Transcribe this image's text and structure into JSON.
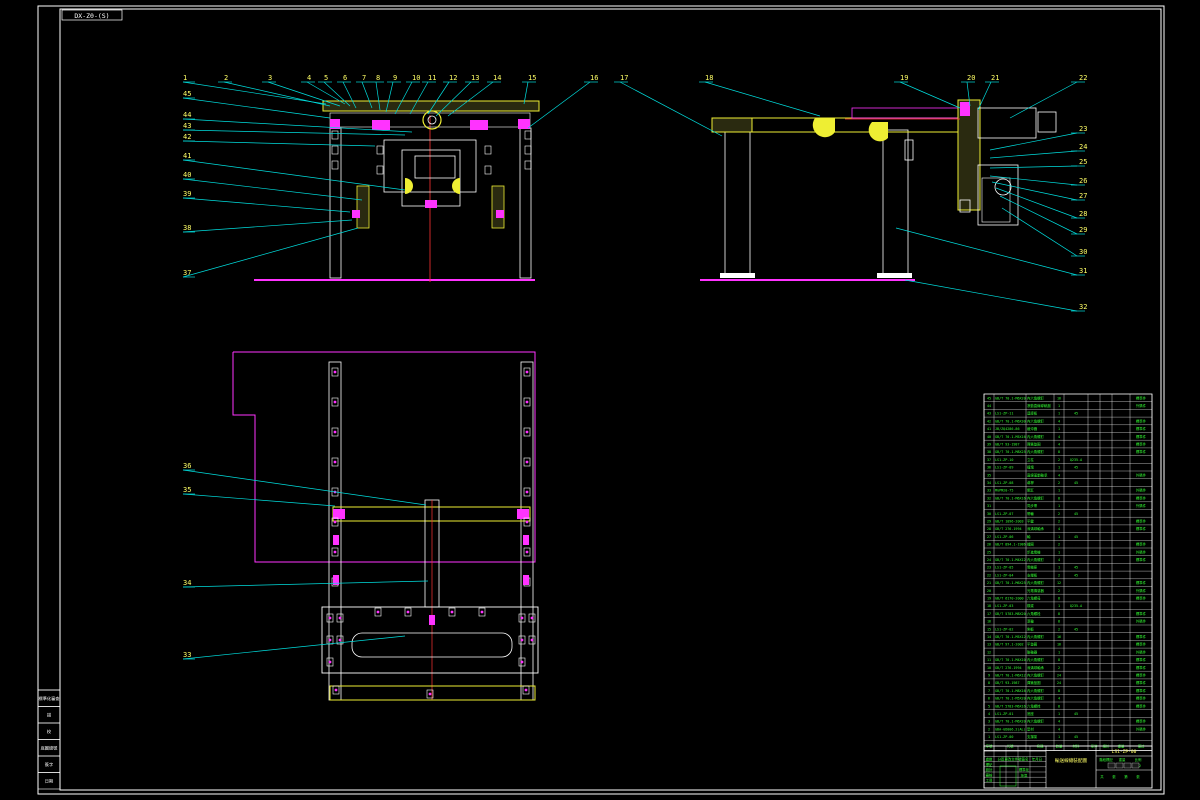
{
  "sheet": {
    "drawing_code": "DX-Z0-(S)",
    "drawing_number": "LS1-ZP-00",
    "drawing_title": "輸送線總裝配圖",
    "side_strip": [
      "標準化審查",
      "描",
      "校",
      "底圖總號",
      "簽字",
      "日期"
    ]
  },
  "leaders": [
    {
      "num": "1"
    },
    {
      "num": "2"
    },
    {
      "num": "3"
    },
    {
      "num": "4"
    },
    {
      "num": "5"
    },
    {
      "num": "6"
    },
    {
      "num": "7"
    },
    {
      "num": "8"
    },
    {
      "num": "9"
    },
    {
      "num": "10"
    },
    {
      "num": "11"
    },
    {
      "num": "12"
    },
    {
      "num": "13"
    },
    {
      "num": "14"
    },
    {
      "num": "15"
    },
    {
      "num": "16"
    },
    {
      "num": "17"
    },
    {
      "num": "18"
    },
    {
      "num": "19"
    },
    {
      "num": "20"
    },
    {
      "num": "21"
    },
    {
      "num": "22"
    },
    {
      "num": "23"
    },
    {
      "num": "24"
    },
    {
      "num": "25"
    },
    {
      "num": "26"
    },
    {
      "num": "27"
    },
    {
      "num": "28"
    },
    {
      "num": "29"
    },
    {
      "num": "30"
    },
    {
      "num": "31"
    },
    {
      "num": "32"
    },
    {
      "num": "33"
    },
    {
      "num": "34"
    },
    {
      "num": "35"
    },
    {
      "num": "36"
    },
    {
      "num": "37"
    },
    {
      "num": "38"
    },
    {
      "num": "39"
    },
    {
      "num": "40"
    },
    {
      "num": "41"
    },
    {
      "num": "42"
    },
    {
      "num": "43"
    },
    {
      "num": "44"
    },
    {
      "num": "45"
    }
  ],
  "bom": {
    "rows": [
      {
        "no": "45",
        "code": "GB/T 70.1-M6X20",
        "name": "內六角螺釘",
        "qty": "16",
        "mat": "",
        "note": "標準件"
      },
      {
        "no": "44",
        "code": "",
        "name": "滾動直線導軌副",
        "qty": "1",
        "mat": "",
        "note": "外購件"
      },
      {
        "no": "43",
        "code": "LS1-ZP-11",
        "name": "連接板",
        "qty": "1",
        "mat": "45",
        "note": ""
      },
      {
        "no": "42",
        "code": "GB/T 70.1-M6X30",
        "name": "內六角螺釘",
        "qty": "4",
        "mat": "",
        "note": "標準件"
      },
      {
        "no": "41",
        "code": "JB/ZQ4286-86",
        "name": "緩沖器",
        "qty": "1",
        "mat": "",
        "note": "標準件"
      },
      {
        "no": "40",
        "code": "GB/T 70.1-M5X16",
        "name": "內六角螺釘",
        "qty": "4",
        "mat": "",
        "note": "標準件"
      },
      {
        "no": "39",
        "code": "GB/T 93-1987",
        "name": "彈簧墊圈",
        "qty": "4",
        "mat": "",
        "note": "標準件"
      },
      {
        "no": "38",
        "code": "GB/T 70.1-M8X25",
        "name": "內六角螺釘",
        "qty": "8",
        "mat": "",
        "note": "標準件"
      },
      {
        "no": "37",
        "code": "LS1-ZP-10",
        "name": "立柱",
        "qty": "2",
        "mat": "Q235-A",
        "note": ""
      },
      {
        "no": "36",
        "code": "LS1-ZP-09",
        "name": "撞塊",
        "qty": "1",
        "mat": "45",
        "note": ""
      },
      {
        "no": "35",
        "code": "",
        "name": "直線運動軸承",
        "qty": "4",
        "mat": "",
        "note": "外購件"
      },
      {
        "no": "34",
        "code": "LS1-ZP-08",
        "name": "導桿",
        "qty": "2",
        "mat": "45",
        "note": ""
      },
      {
        "no": "33",
        "code": "MGPM20-75",
        "name": "氣缸",
        "qty": "1",
        "mat": "",
        "note": "外購件"
      },
      {
        "no": "32",
        "code": "GB/T 70.1-M6X16",
        "name": "內六角螺釘",
        "qty": "8",
        "mat": "",
        "note": "標準件"
      },
      {
        "no": "31",
        "code": "",
        "name": "同步帶",
        "qty": "1",
        "mat": "",
        "note": "外購件"
      },
      {
        "no": "30",
        "code": "LS1-ZP-07",
        "name": "帶輪",
        "qty": "2",
        "mat": "45",
        "note": ""
      },
      {
        "no": "29",
        "code": "GB/T 1096-2003",
        "name": "平鍵",
        "qty": "2",
        "mat": "",
        "note": "標準件"
      },
      {
        "no": "28",
        "code": "GB/T 276-1994",
        "name": "深溝球軸承",
        "qty": "4",
        "mat": "",
        "note": "標準件"
      },
      {
        "no": "27",
        "code": "LS1-ZP-06",
        "name": "軸",
        "qty": "1",
        "mat": "45",
        "note": ""
      },
      {
        "no": "26",
        "code": "GB/T 894.1-1986",
        "name": "擋圈",
        "qty": "2",
        "mat": "",
        "note": "標準件"
      },
      {
        "no": "25",
        "code": "",
        "name": "步進電機",
        "qty": "1",
        "mat": "",
        "note": "外購件"
      },
      {
        "no": "24",
        "code": "GB/T 70.1-M4X12",
        "name": "內六角螺釘",
        "qty": "4",
        "mat": "",
        "note": "標準件"
      },
      {
        "no": "23",
        "code": "LS1-ZP-05",
        "name": "電機座",
        "qty": "1",
        "mat": "45",
        "note": ""
      },
      {
        "no": "22",
        "code": "LS1-ZP-04",
        "name": "支撐板",
        "qty": "2",
        "mat": "45",
        "note": ""
      },
      {
        "no": "21",
        "code": "GB/T 70.1-M6X25",
        "name": "內六角螺釘",
        "qty": "12",
        "mat": "",
        "note": "標準件"
      },
      {
        "no": "20",
        "code": "",
        "name": "光電傳感器",
        "qty": "2",
        "mat": "",
        "note": "外購件"
      },
      {
        "no": "19",
        "code": "GB/T 6170-2000",
        "name": "六角螺母",
        "qty": "8",
        "mat": "",
        "note": "標準件"
      },
      {
        "no": "18",
        "code": "LS1-ZP-03",
        "name": "橫梁",
        "qty": "1",
        "mat": "Q235-A",
        "note": ""
      },
      {
        "no": "17",
        "code": "GB/T 5783-M8X20",
        "name": "六角螺栓",
        "qty": "8",
        "mat": "",
        "note": "標準件"
      },
      {
        "no": "16",
        "code": "",
        "name": "滾輪",
        "qty": "8",
        "mat": "",
        "note": "外購件"
      },
      {
        "no": "15",
        "code": "LS1-ZP-02",
        "name": "側板",
        "qty": "2",
        "mat": "45",
        "note": ""
      },
      {
        "no": "14",
        "code": "GB/T 70.1-M5X12",
        "name": "內六角螺釘",
        "qty": "16",
        "mat": "",
        "note": "標準件"
      },
      {
        "no": "13",
        "code": "GB/T 97.1-2002",
        "name": "平墊圈",
        "qty": "16",
        "mat": "",
        "note": "標準件"
      },
      {
        "no": "12",
        "code": "",
        "name": "聯軸器",
        "qty": "1",
        "mat": "",
        "note": "外購件"
      },
      {
        "no": "11",
        "code": "GB/T 70.1-M4X10",
        "name": "內六角螺釘",
        "qty": "8",
        "mat": "",
        "note": "標準件"
      },
      {
        "no": "10",
        "code": "GB/T 276-1994",
        "name": "深溝球軸承",
        "qty": "2",
        "mat": "",
        "note": "標準件"
      },
      {
        "no": "9",
        "code": "GB/T 70.1-M6X12",
        "name": "內六角螺釘",
        "qty": "24",
        "mat": "",
        "note": "標準件"
      },
      {
        "no": "8",
        "code": "GB/T 93-1987",
        "name": "彈簧墊圈",
        "qty": "24",
        "mat": "",
        "note": "標準件"
      },
      {
        "no": "7",
        "code": "GB/T 70.1-M8X16",
        "name": "內六角螺釘",
        "qty": "8",
        "mat": "",
        "note": "標準件"
      },
      {
        "no": "6",
        "code": "GB/T 70.1-M5X20",
        "name": "內六角螺釘",
        "qty": "4",
        "mat": "",
        "note": "標準件"
      },
      {
        "no": "5",
        "code": "GB/T 5783-M6X16",
        "name": "六角螺栓",
        "qty": "8",
        "mat": "",
        "note": "標準件"
      },
      {
        "no": "4",
        "code": "LS1-ZP-01",
        "name": "底座",
        "qty": "1",
        "mat": "45",
        "note": ""
      },
      {
        "no": "3",
        "code": "GB/T 70.1-M6X20",
        "name": "內六角螺釘",
        "qty": "4",
        "mat": "",
        "note": "標準件"
      },
      {
        "no": "2",
        "code": "GBA-GD006.2(AL)",
        "name": "型材",
        "qty": "4",
        "mat": "",
        "note": "外購件"
      },
      {
        "no": "1",
        "code": "LS1-ZP-00",
        "name": "支撐架",
        "qty": "1",
        "mat": "45",
        "note": ""
      }
    ],
    "header": {
      "no": "序號",
      "code": "代號",
      "name": "名稱",
      "qty": "數量",
      "mat": "材料",
      "unit": "單件",
      "total": "總計",
      "mass": "重量",
      "note": "備註"
    }
  },
  "title_block": {
    "rows": [
      "標記",
      "設計",
      "審核",
      "工藝"
    ],
    "cells": [
      "處數",
      "分區",
      "更改文件號",
      "簽名",
      "年月日",
      "標準化",
      "批準"
    ],
    "stage_labels": [
      "階段標記",
      "重量",
      "比例"
    ],
    "scale": "1:2",
    "sheet_info": [
      "共",
      "張",
      "第",
      "張"
    ]
  },
  "colors": {
    "frame": "#ffffff",
    "leader": "#00dddd",
    "label": "#ffff66",
    "part_yellow": "#eeee33",
    "part_magenta": "#ff33ff",
    "axis_red": "#ff3333",
    "table": "#33ff33"
  }
}
